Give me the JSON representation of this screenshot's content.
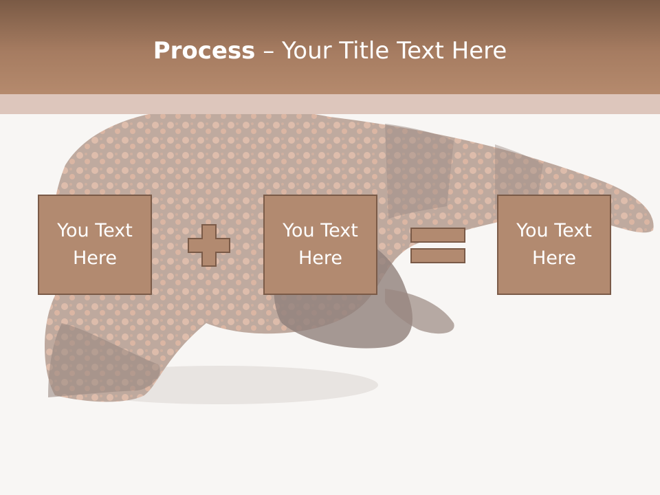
{
  "slide": {
    "title_bold": "Process",
    "title_rest": " – Your Title Text Here",
    "boxes": [
      {
        "text": "You Text Here"
      },
      {
        "text": "You Text Here"
      },
      {
        "text": "You Text Here"
      }
    ]
  },
  "icons": {
    "plus": "plus-icon",
    "equals": "equals-icon",
    "background": "gila-monster-lizard"
  },
  "colors": {
    "header": "#a67c61",
    "strip": "#ddc6bc",
    "box_fill": "#b28a70",
    "box_border": "#7a5a47",
    "text": "#ffffff"
  }
}
